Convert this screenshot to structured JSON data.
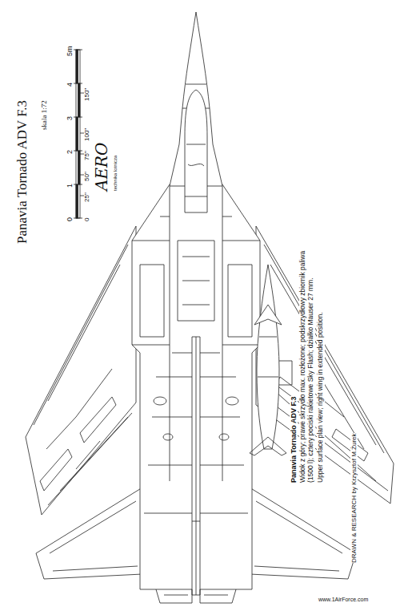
{
  "diagram": {
    "title": "Panavia Tornado ADV F.3",
    "labels": [
      "skala 1:72",
      "5m",
      "4",
      "3",
      "2",
      "1",
      "0",
      "150\"",
      "100\"",
      "75\"",
      "50\"",
      "25\"",
      "0",
      "AERO",
      "technika lotnicza",
      "Panavia Tornado ADV F.3",
      "Widok z góry; prawe skrzydło max. rozłożone; podskrzydłowy zbiornik paliwa (1500 l); cztery pociski rakietowe Sky Flash; działko Mauser 27 mm.",
      "Upper surface plan view; right wing in extended position.",
      "DRAWN & RESEARCH by Krzysztof M.Żurek",
      "www.1AirForce.com"
    ]
  }
}
